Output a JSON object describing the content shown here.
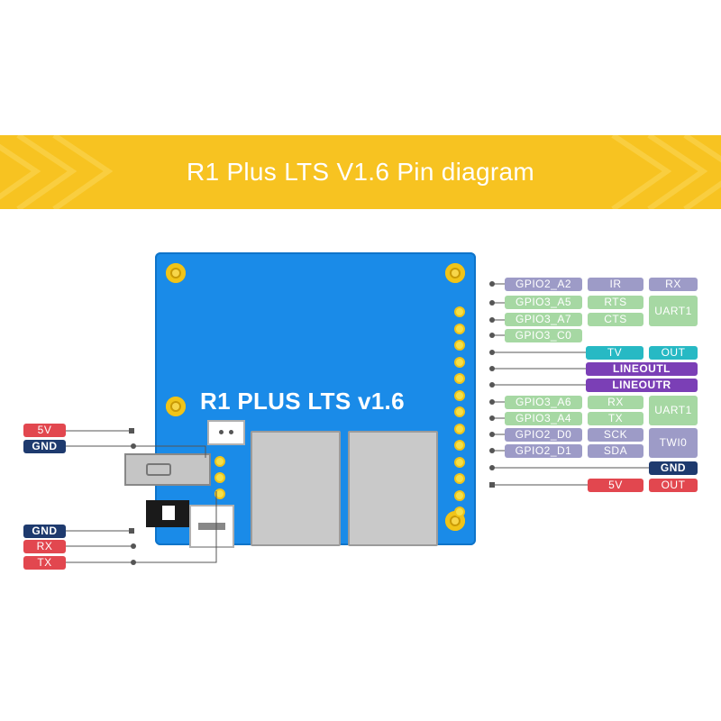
{
  "banner": {
    "title": "R1 Plus LTS V1.6 Pin diagram",
    "color": "#f7c321"
  },
  "board": {
    "title": "R1 PLUS LTS v1.6",
    "color": "#1a8be8"
  },
  "right_pins": {
    "gpio2_a2": "GPIO2_A2",
    "ir": "IR",
    "rx1": "RX",
    "gpio3_a5": "GPIO3_A5",
    "rts": "RTS",
    "gpio3_a7": "GPIO3_A7",
    "cts": "CTS",
    "uart1_top": "UART1",
    "gpio3_c0": "GPIO3_C0",
    "tv": "TV",
    "out1": "OUT",
    "lineoutl": "LINEOUTL",
    "lineoutr": "LINEOUTR",
    "gpio3_a6": "GPIO3_A6",
    "rx2": "RX",
    "gpio3_a4": "GPIO3_A4",
    "tx2": "TX",
    "uart1_bottom": "UART1",
    "gpio2_d0": "GPIO2_D0",
    "sck": "SCK",
    "gpio2_d1": "GPIO2_D1",
    "sda": "SDA",
    "twi0": "TWI0",
    "gnd": "GND",
    "v5": "5V",
    "out2": "OUT"
  },
  "left_pins": {
    "v5": "5V",
    "gnd_top": "GND",
    "gnd_bottom": "GND",
    "rx": "RX",
    "tx": "TX"
  },
  "colors": {
    "gray": "#9d9bc7",
    "green": "#a6d8a3",
    "purple": "#7b3fb6",
    "teal": "#27b9c4",
    "navy": "#1e3a6e",
    "red": "#e2474f"
  }
}
